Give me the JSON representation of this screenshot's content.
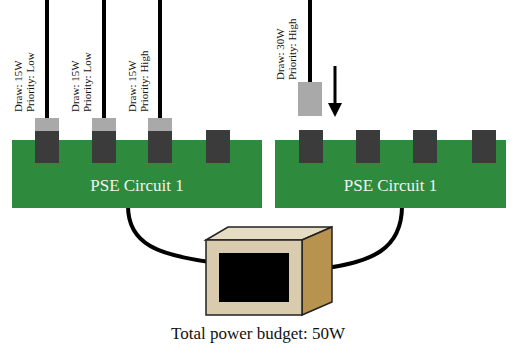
{
  "diagram": {
    "caption": "Total power budget: 50W",
    "nodes": [
      {
        "text": [
          "PSE Circuit 1"
        ]
      },
      {
        "text": [
          "PSE Circuit 1"
        ]
      }
    ],
    "labels": [
      "Draw: 15W",
      "Priority: Low",
      "Draw: 15W",
      "Priority: Low",
      "Draw: 15W",
      "Priority: High",
      "Draw: 30W",
      "Priority: High"
    ]
  }
}
